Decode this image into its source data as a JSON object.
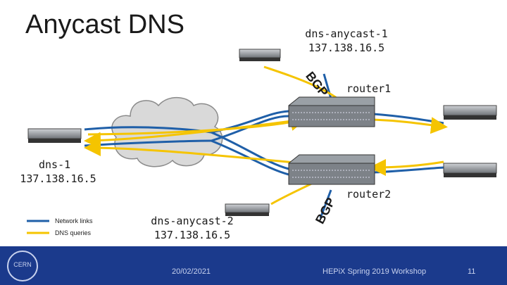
{
  "slide": {
    "title": "Anycast DNS",
    "anycast1": {
      "name": "dns-anycast-1",
      "ip": "137.138.16.5"
    },
    "anycast2": {
      "name": "dns-anycast-2",
      "ip": "137.138.16.5"
    },
    "dns1": {
      "name": "dns-1",
      "ip": "137.138.16.5"
    },
    "router1": "router1",
    "router2": "router2",
    "bgp_top": "BGP",
    "bgp_bottom": "BGP",
    "legend": {
      "network": "Network links",
      "dns": "DNS queries"
    },
    "colors": {
      "network": "#1f5fa8",
      "dns": "#f5c400",
      "footer": "#1b3a8c"
    }
  },
  "footer": {
    "date": "20/02/2021",
    "event": "HEPiX Spring 2019 Workshop",
    "page": "11",
    "logo_text": "CERN"
  }
}
